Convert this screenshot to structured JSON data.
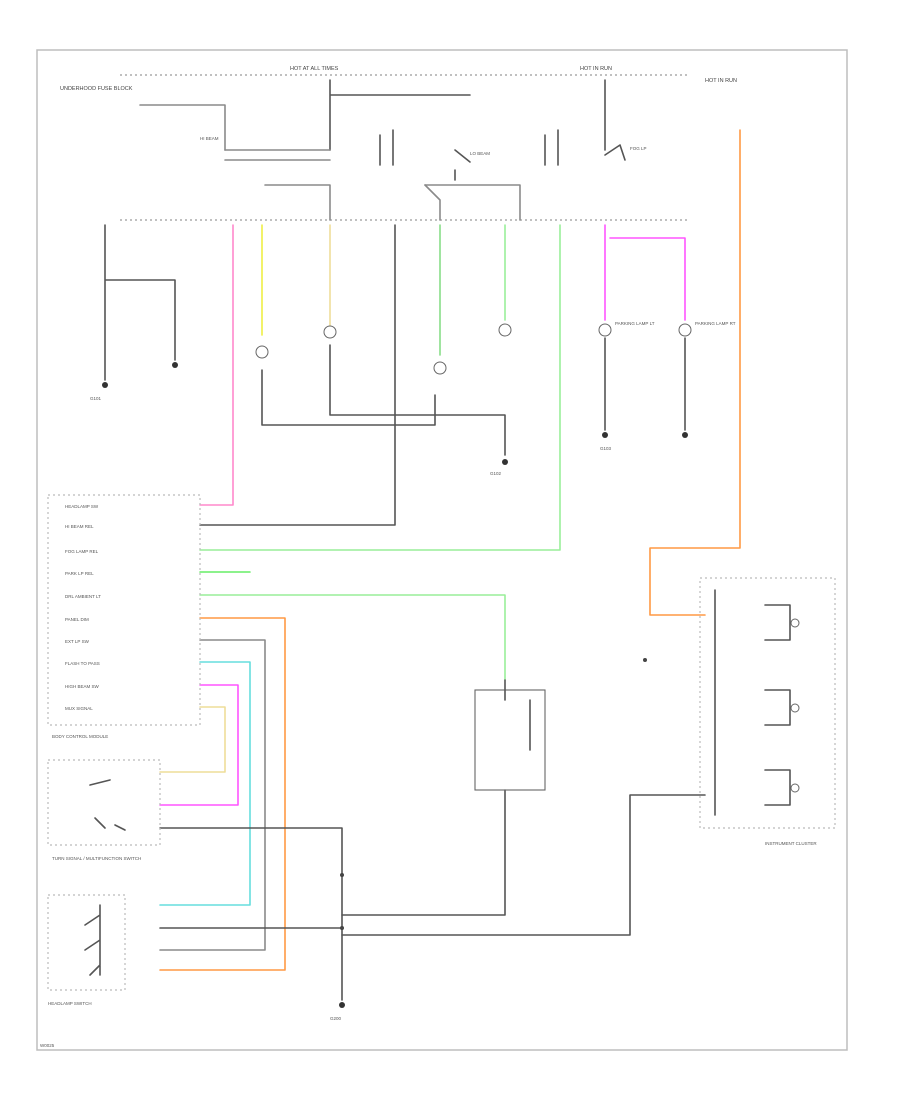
{
  "diagram": {
    "colors": {
      "pink": "#ff88cc",
      "yellow": "#eeee44",
      "tan": "#eedd99",
      "green": "#88dd88",
      "lt_green": "#99ee99",
      "violet": "#ff55ff",
      "orange": "#ff9944",
      "cyan": "#66dddd",
      "black": "#555555",
      "gray": "#8a8a8a"
    },
    "labels": {
      "fuse_top_left": "HOT AT ALL TIMES",
      "fuse_top_right": "HOT IN RUN",
      "fuse_far_right": "HOT IN RUN",
      "under_hood": "UNDERHOOD FUSE BLOCK",
      "relay_left": "HI BEAM",
      "relay_mid": "LO BEAM",
      "relay_right": "FOG LP",
      "bcm_rows": [
        "HEADLAMP SW",
        "HI BEAM REL",
        "FOG LAMP REL",
        "PARK LP REL",
        "DRL AMBIENT LT",
        "PANEL DIM",
        "EXT LP SW",
        "FLASH TO PASS",
        "HIGH BEAM SW",
        "MUX SIGNAL"
      ],
      "bcm_name": "BODY CONTROL MODULE",
      "turn_switch": "TURN SIGNAL / MULTIFUNCTION SWITCH",
      "headlamp_switch": "HEADLAMP SWITCH",
      "park_lamp_left": "PARKING LAMP LT",
      "park_lamp_right": "PARKING LAMP RT",
      "instrument_cluster": "INSTRUMENT CLUSTER",
      "ground_main": "G200",
      "ground_left": "G101",
      "ground_mid": "G102",
      "ground_right": "G103",
      "corner_code": "W0025"
    }
  }
}
